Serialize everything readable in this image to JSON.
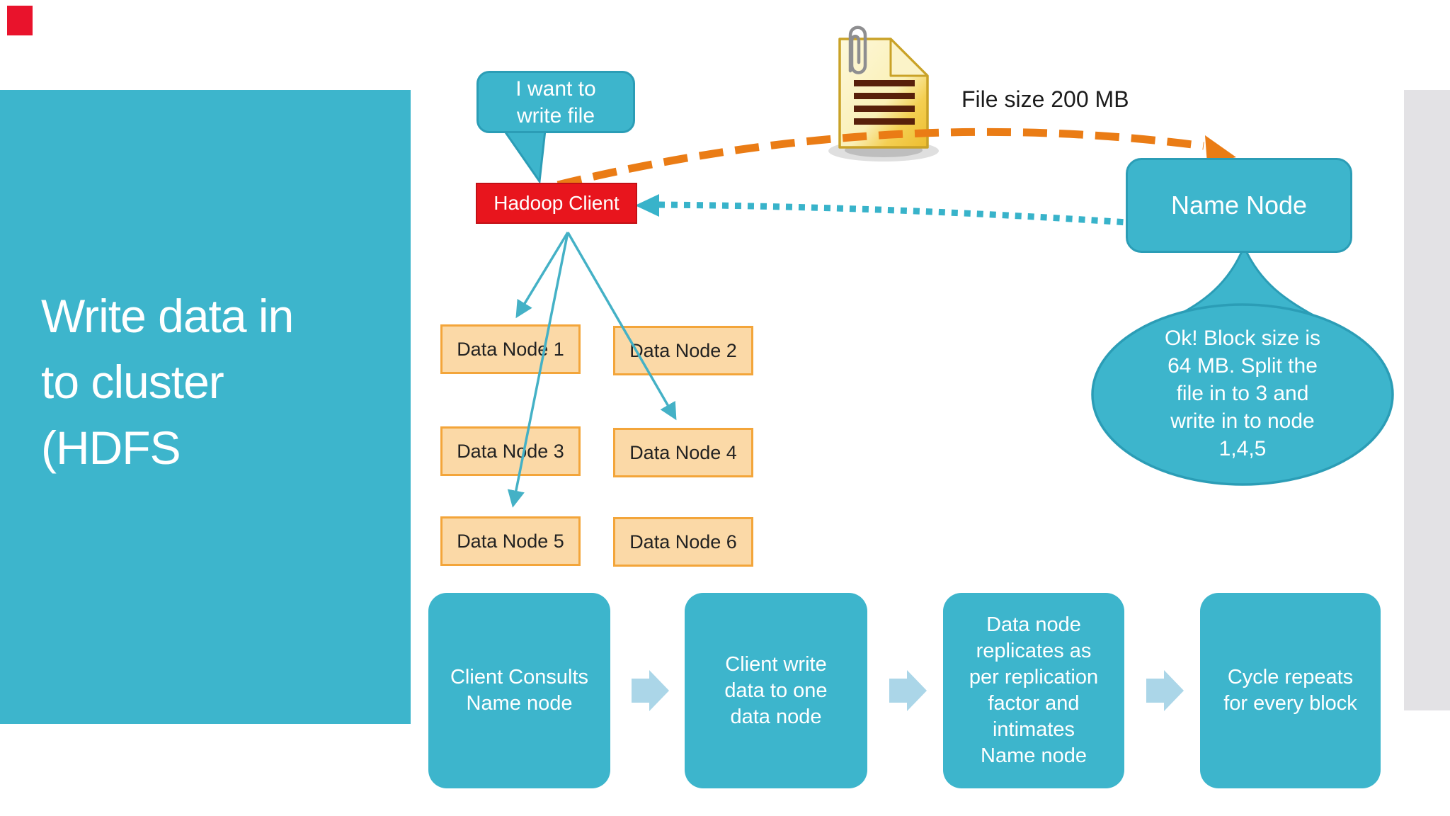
{
  "slide": {
    "panel": {
      "title_lines": [
        "Write data in",
        "to cluster",
        "(HDFS"
      ]
    },
    "client_bubble": {
      "lines": [
        "I want to",
        "write file"
      ]
    },
    "hadoop_client_label": "Hadoop Client",
    "file_note": "File size 200 MB",
    "name_node_label": "Name Node",
    "name_node_bubble": {
      "lines": [
        "Ok! Block size is",
        "64 MB. Split the",
        "file in to 3 and",
        "write in to node",
        "1,4,5"
      ]
    },
    "data_nodes": [
      "Data Node 1",
      "Data Node 2",
      "Data Node 3",
      "Data Node 4",
      "Data Node 5",
      "Data Node 6"
    ],
    "flow_steps": [
      {
        "lines": [
          "Client Consults",
          "Name node"
        ]
      },
      {
        "lines": [
          "Client write",
          "data to one",
          "data node"
        ]
      },
      {
        "lines": [
          "Data node",
          "replicates as",
          "per replication",
          "factor and",
          "intimates",
          "Name node"
        ]
      },
      {
        "lines": [
          "Cycle repeats",
          "for every block"
        ]
      }
    ],
    "icons": {
      "document": "document-icon",
      "paperclip": "paperclip-icon",
      "flow_arrow": "flow-arrow-icon"
    },
    "colors": {
      "teal": "#3db5cc",
      "teal_border": "#2b9db6",
      "client_red": "#e8151d",
      "orange_dash": "#ea7c15",
      "dotted_teal": "#38b3ca",
      "fan_arrow": "#44b1c6",
      "datanode_fill": "#fbd9a7",
      "datanode_border": "#f3a53a",
      "flow_arrow": "#abd6e8",
      "gray_bar": "#e3e2e5",
      "red_square": "#e9132c"
    }
  }
}
